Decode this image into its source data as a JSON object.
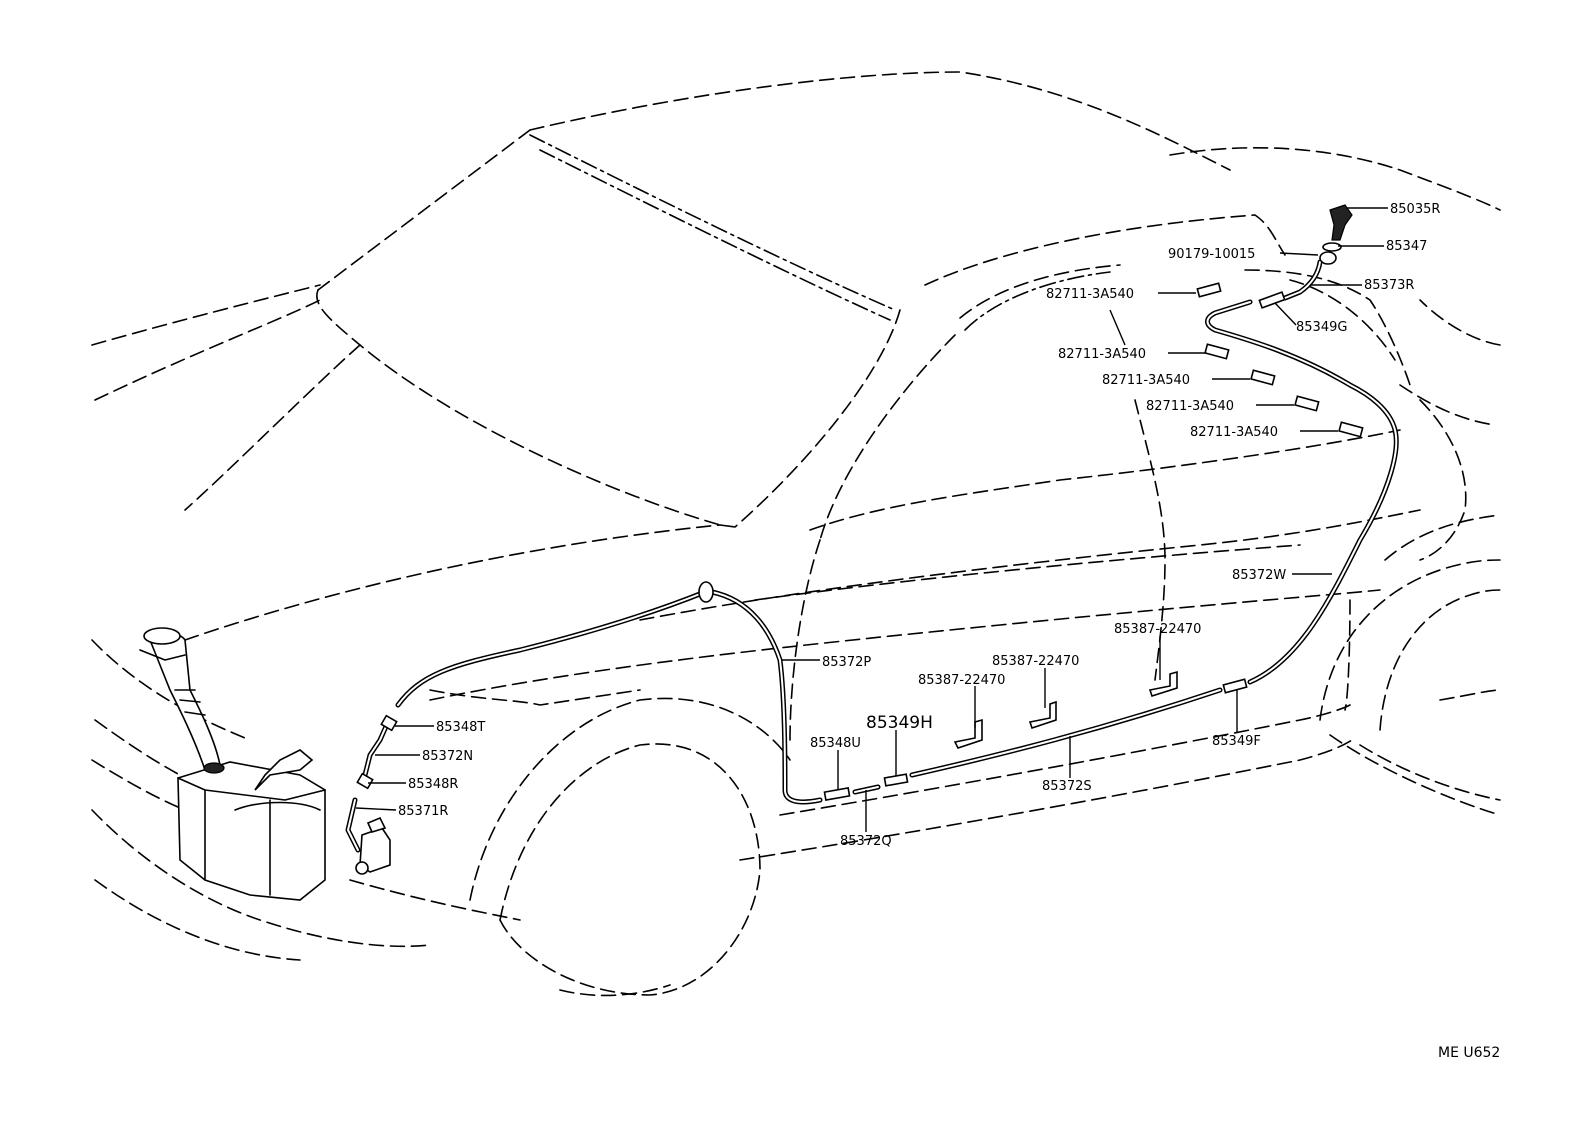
{
  "drawing_code": "ME U652",
  "labels": {
    "p85035R": "85035R",
    "p85347": "85347",
    "p90179": "90179-10015",
    "p85373R": "85373R",
    "p85349G": "85349G",
    "p82711_a": "82711-3A540",
    "p82711_b": "82711-3A540",
    "p82711_c": "82711-3A540",
    "p82711_d": "82711-3A540",
    "p82711_e": "82711-3A540",
    "p85372W": "85372W",
    "p85387_a": "85387-22470",
    "p85387_b": "85387-22470",
    "p85387_c": "85387-22470",
    "p85372P": "85372P",
    "p85349H": "85349H",
    "p85348U": "85348U",
    "p85349F": "85349F",
    "p85372S": "85372S",
    "p85372Q": "85372Q",
    "p85348T": "85348T",
    "p85372N": "85372N",
    "p85348R": "85348R",
    "p85371R": "85371R"
  }
}
